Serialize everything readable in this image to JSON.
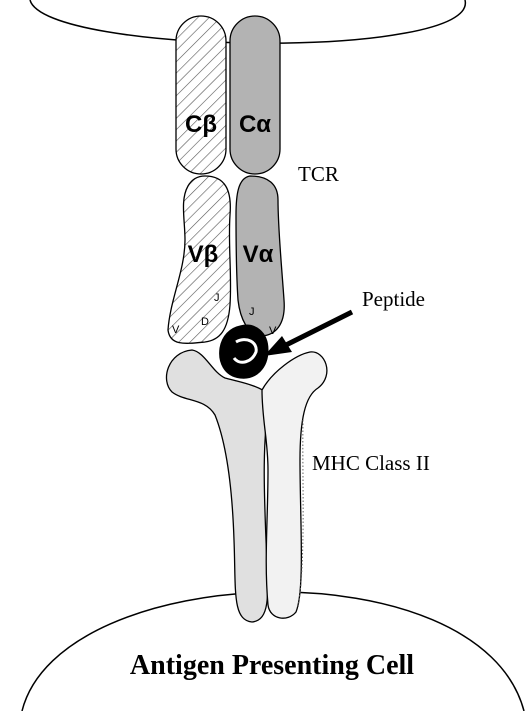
{
  "labels": {
    "c_beta": "Cβ",
    "c_alpha": "Cα",
    "v_beta": "Vβ",
    "v_alpha": "Vα",
    "seg_v_beta": "V",
    "seg_d": "D",
    "seg_j_beta": "J",
    "seg_j_alpha": "J",
    "seg_v_alpha": "V",
    "tcr": "TCR",
    "peptide": "Peptide",
    "mhc": "MHC Class II",
    "apc": "Antigen Presenting Cell"
  },
  "colors": {
    "alpha_chain_fill": "#b3b3b3",
    "beta_chain_fill": "hatched",
    "mhc_fill": "#dcdcdc",
    "peptide_fill": "#000000",
    "outline": "#000000"
  }
}
